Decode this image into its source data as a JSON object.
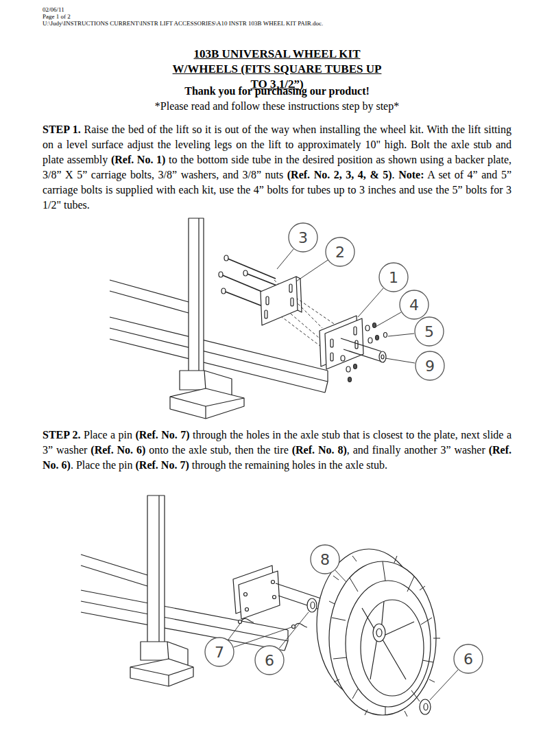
{
  "diagram": {
    "title": "103B UNIVERSAL WHEEL KIT W/WHEELS (FITS SQUARE TUBES UP TO 3 1/2”)",
    "nodes": [
      {
        "text": [
          "3"
        ]
      },
      {
        "text": [
          "2"
        ]
      },
      {
        "text": [
          "1"
        ]
      },
      {
        "text": [
          "4"
        ]
      },
      {
        "text": [
          "5"
        ]
      },
      {
        "text": [
          "9"
        ]
      },
      {
        "text": [
          "8"
        ]
      },
      {
        "text": [
          "7"
        ]
      },
      {
        "text": [
          "6"
        ]
      },
      {
        "text": [
          "6"
        ]
      }
    ],
    "labels": [
      "02/06/11",
      "Page 1 of 2",
      "U:\\Judy\\INSTRUCTIONS CURRENT\\INSTR LIFT ACCESSORIES\\A10 INSTR 103B WHEEL KIT PAIR.doc.",
      "Thank you for purchasing our product!",
      "*Please read and follow these instructions step by step*",
      "STEP 1.",
      " Raise the bed of the lift so it is out of the way when installing the wheel kit. With the lift sitting on a level surface adjust the leveling legs on the lift to approximately 10\" high. Bolt the axle stub and plate assembly ",
      "(Ref. No. 1)",
      " to the bottom side tube in the desired position as shown using a backer plate, 3/8” X 5” carriage bolts, 3/8” washers, and 3/8” nuts ",
      "(Ref. No. 2, 3, 4, & 5)",
      ". ",
      "Note:",
      " A set of 4” and 5” carriage bolts is supplied with each kit, use the 4” bolts for tubes up to 3 inches and use the 5” bolts for 3 1/2\" tubes.",
      "STEP 2.",
      " Place a pin ",
      "(Ref. No. 7)",
      " through the holes in the axle stub that is closest to the plate, next slide a 3” washer ",
      "(Ref. No. 6)",
      " onto the axle stub, then the tire ",
      "(Ref. No. 8)",
      ", and finally another 3” washer ",
      "(Ref. No. 6)",
      ". Place the pin ",
      "(Ref. No. 7)",
      " through the remaining holes in the axle stub."
    ]
  }
}
